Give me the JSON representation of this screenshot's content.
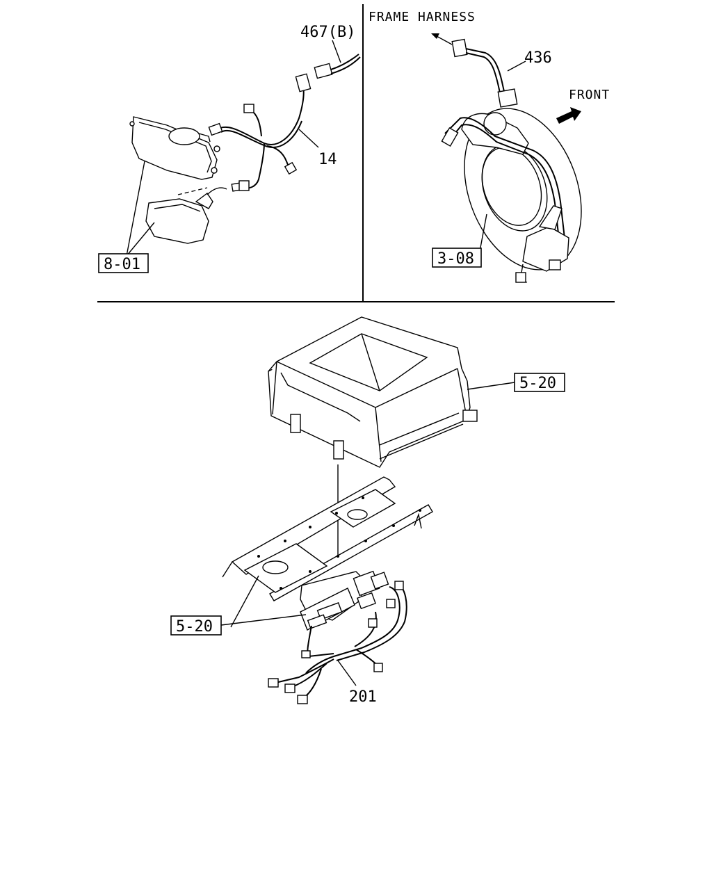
{
  "callouts": {
    "part_467b": "467(B)",
    "part_14": "14",
    "ref_8_01": "8-01",
    "frame_harness": "FRAME HARNESS",
    "part_436": "436",
    "front": "FRONT",
    "ref_3_08": "3-08",
    "ref_5_20_top": "5-20",
    "ref_5_20_bottom": "5-20",
    "part_201": "201"
  },
  "colors": {
    "line": "#000000",
    "background": "#ffffff"
  }
}
